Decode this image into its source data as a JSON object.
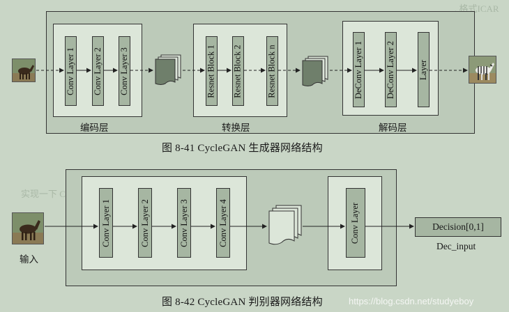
{
  "figure1": {
    "encoder": {
      "layers": [
        "Conv Layer 1",
        "Conv Layer 2",
        "Conv Layer 3"
      ],
      "label": "编码层"
    },
    "transformer": {
      "layers": [
        "Resnet Block 1",
        "Resnet Block 2",
        "Resnet Block n"
      ],
      "label": "转换层"
    },
    "decoder": {
      "layers": [
        "DeConv Layer 1",
        "DeConv Layer 2",
        "Layer"
      ],
      "label": "解码层"
    },
    "input_image": "horse-photo",
    "output_image": "zebra-photo",
    "caption": "图 8-41    CycleGAN 生成器网络结构"
  },
  "figure2": {
    "conv_layers": [
      "Conv Layer 1",
      "Conv Layer 2",
      "Conv Layer 3",
      "Conv Layer 4"
    ],
    "final_layer": "Conv Layer",
    "decision": "Decision[0,1]",
    "decision_label": "Dec_input",
    "input_label": "输入",
    "input_image": "horse-photo",
    "caption": "图 8-42    CycleGAN 判别器网络结构"
  },
  "watermark": "https://blog.csdn.net/studyeboy",
  "colors": {
    "background": "#c9d6c6",
    "outer_box": "#bccab9",
    "inner_box": "#dce6d9",
    "layer": "#a6b6a2"
  }
}
